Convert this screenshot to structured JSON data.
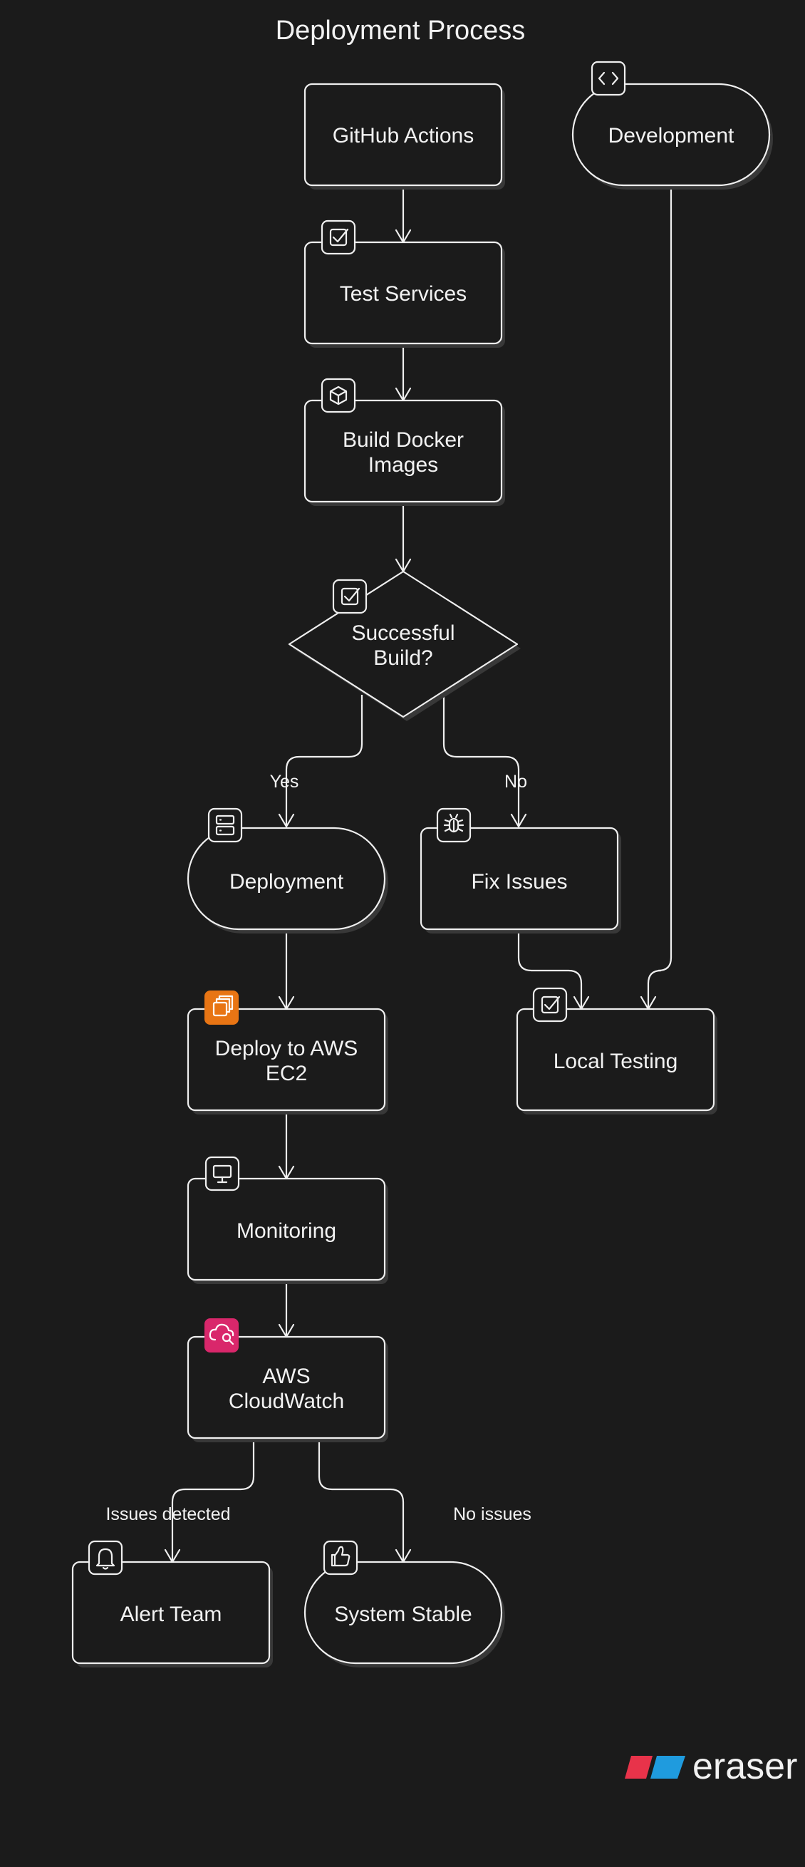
{
  "title": "Deployment Process",
  "nodes": {
    "github_actions": "GitHub Actions",
    "development": "Development",
    "test_services": "Test Services",
    "build_docker": [
      "Build Docker",
      "Images"
    ],
    "successful_build": [
      "Successful",
      "Build?"
    ],
    "deployment": "Deployment",
    "fix_issues": "Fix Issues",
    "deploy_ec2": [
      "Deploy to AWS",
      "EC2"
    ],
    "local_testing": "Local Testing",
    "monitoring": "Monitoring",
    "cloudwatch": [
      "AWS",
      "CloudWatch"
    ],
    "alert_team": "Alert Team",
    "system_stable": "System Stable"
  },
  "edge_labels": {
    "yes": "Yes",
    "no": "No",
    "issues_detected": "Issues detected",
    "no_issues": "No issues"
  },
  "icons": {
    "development": "code-icon",
    "test_services": "checkbox-icon",
    "build_docker": "cube-icon",
    "successful_build": "checkbox-icon",
    "deployment": "server-icon",
    "fix_issues": "bug-icon",
    "deploy_ec2": "aws-ec2-icon",
    "local_testing": "checkbox-icon",
    "monitoring": "monitor-icon",
    "cloudwatch": "aws-cloudwatch-icon",
    "alert_team": "bell-icon",
    "system_stable": "thumbs-up-icon"
  },
  "colors": {
    "background": "#1b1b1b",
    "stroke": "#efefef",
    "ec2_orange": "#e87514",
    "cloudwatch_pink": "#d9276b",
    "brand_red": "#e8334a",
    "brand_blue": "#1f9bde"
  },
  "brand": "eraser"
}
